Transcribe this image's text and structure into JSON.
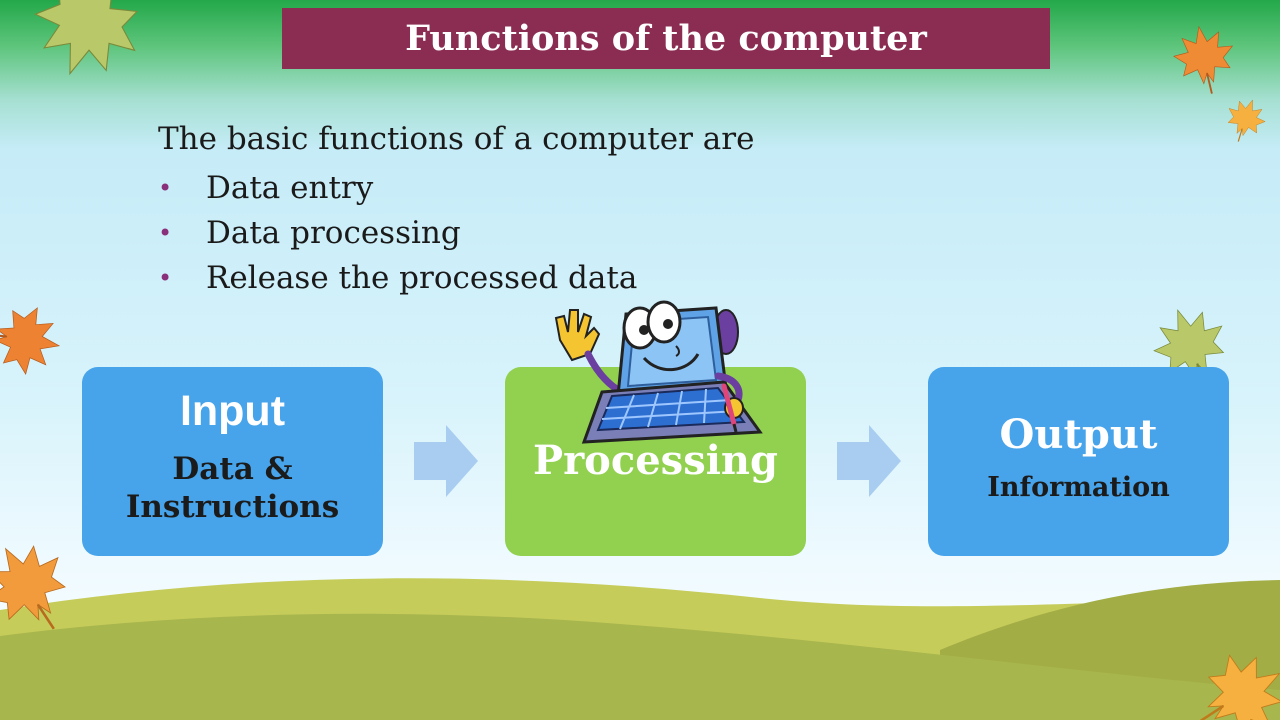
{
  "slide": {
    "title": "Functions of the computer",
    "intro": "The basic functions of a computer are",
    "bullets": [
      "Data entry",
      "Data processing",
      "Release the processed data"
    ],
    "bullet_char": "•"
  },
  "diagram": {
    "nodes": [
      {
        "label": "Input",
        "sublabel": "Data & Instructions",
        "color": "#47a3ea"
      },
      {
        "label": "Processing",
        "sublabel": "",
        "color": "#92d050"
      },
      {
        "label": "Output",
        "sublabel": "Information",
        "color": "#47a3ea"
      }
    ],
    "connector_color": "#a9cdf0"
  },
  "colors": {
    "title_bar": "#8b2d52",
    "bullet": "#8a2f7a",
    "hill_front": "#a8b64e",
    "hill_back": "#c6cc5a"
  },
  "decorations": {
    "leaf_icon": "maple-leaf-icon",
    "mascot": "laptop-mascot"
  }
}
